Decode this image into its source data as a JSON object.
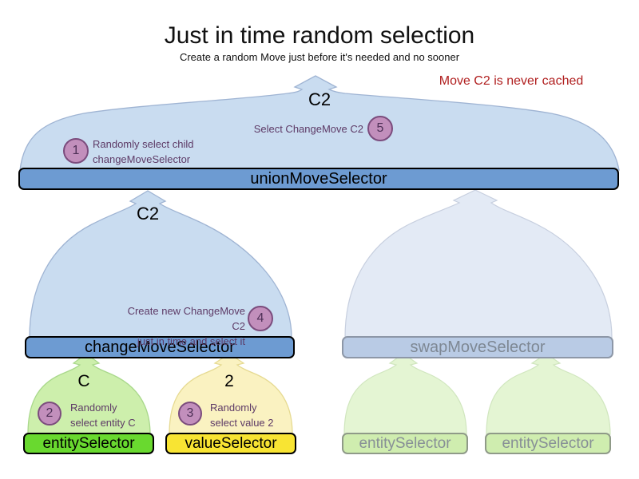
{
  "title": "Just in time random selection",
  "subtitle": "Create a random Move just before it's needed and no sooner",
  "note": "Move C2 is never cached",
  "colors": {
    "note_red": "#B01E1E",
    "dome_blue_fill": "#C9DCF0",
    "dome_blue_faded_fill": "#E3EAF5",
    "dome_green_fill": "#CDEFAC",
    "dome_yellow_fill": "#FAF2C1",
    "dome_green_faded_fill": "#E4F5D3",
    "bar_blue": "#6D9BD2",
    "bar_blue_faded": "#B9CBE5",
    "bar_green": "#69D92F",
    "bar_yellow": "#F8E433",
    "bar_green_faded": "#CFEDAF",
    "badge_fill": "#C28FBC",
    "badge_border": "#7B4C7D",
    "annotation_purple": "#5D3A66"
  },
  "selectors": {
    "union": {
      "label": "unionMoveSelector",
      "output": "C2"
    },
    "change": {
      "label": "changeMoveSelector",
      "output": "C2"
    },
    "swap": {
      "label": "swapMoveSelector"
    },
    "entity": {
      "label": "entitySelector",
      "output": "C"
    },
    "value": {
      "label": "valueSelector",
      "output": "2"
    },
    "entity_faded_left": {
      "label": "entitySelector"
    },
    "entity_faded_right": {
      "label": "entitySelector"
    }
  },
  "steps": {
    "s1": {
      "num": "1",
      "line1": "Randomly select child",
      "line2": "changeMoveSelector"
    },
    "s2": {
      "num": "2",
      "line1": "Randomly",
      "line2": "select entity C"
    },
    "s3": {
      "num": "3",
      "line1": "Randomly",
      "line2": "select value 2"
    },
    "s4": {
      "num": "4",
      "line1": "Create new ChangeMove C2",
      "line2": "just in time and select it"
    },
    "s5": {
      "num": "5",
      "line1": "Select ChangeMove C2"
    }
  }
}
